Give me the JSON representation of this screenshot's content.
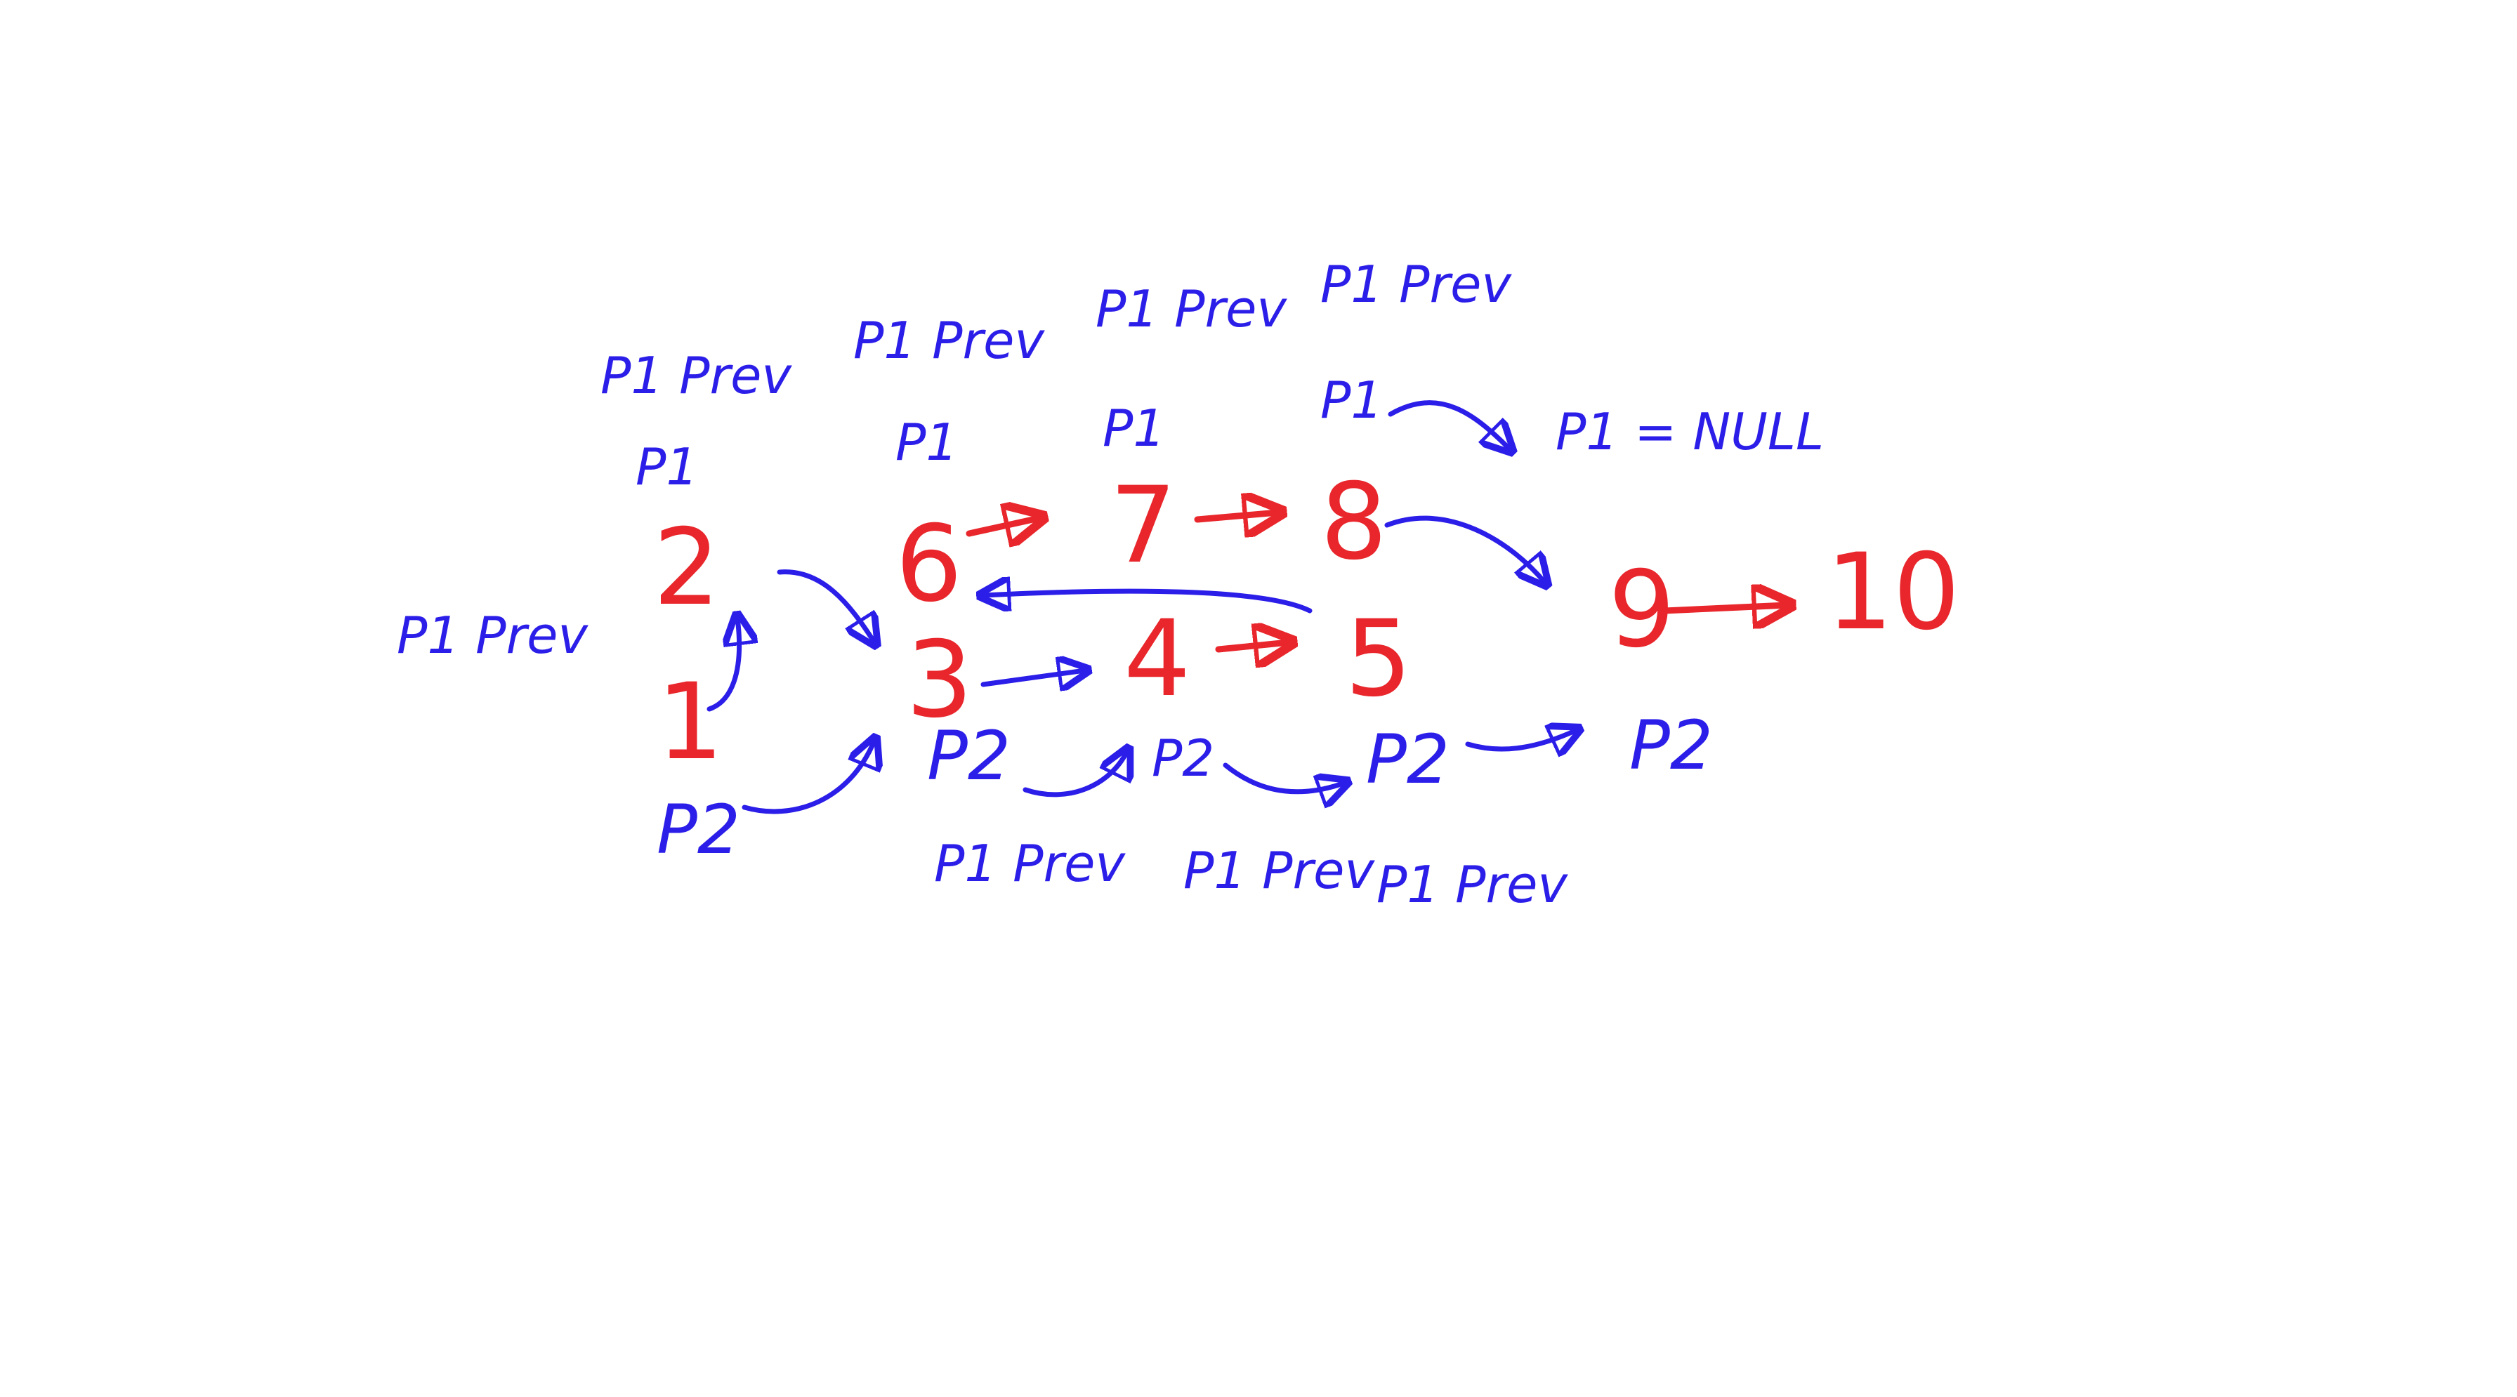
{
  "diagram": {
    "nodes": [
      {
        "id": "n1",
        "label": "1"
      },
      {
        "id": "n2",
        "label": "2"
      },
      {
        "id": "n3",
        "label": "3"
      },
      {
        "id": "n4",
        "label": "4"
      },
      {
        "id": "n5",
        "label": "5"
      },
      {
        "id": "n6",
        "label": "6"
      },
      {
        "id": "n7",
        "label": "7"
      },
      {
        "id": "n8",
        "label": "8"
      },
      {
        "id": "n9",
        "label": "9"
      },
      {
        "id": "n10",
        "label": "10"
      }
    ],
    "labels": {
      "p1_prev_left": "P1 Prev",
      "p1_prev_2": "P1 Prev",
      "p1_over_2": "P1",
      "p1_prev_6": "P1 Prev",
      "p1_over_6": "P1",
      "p1_prev_7": "P1 Prev",
      "p1_over_7": "P1",
      "p1_prev_8": "P1 Prev",
      "p1_over_8": "P1",
      "p1_null": "P1 = NULL",
      "p2_start": "P2",
      "p2_under_3": "P2",
      "p2_under_4": "P2",
      "p2_under_5": "P2",
      "p2_end": "P2",
      "p1_prev_under_3": "P1 Prev",
      "p1_prev_under_4": "P1 Prev",
      "p1_prev_under_5": "P1 Prev"
    },
    "colors": {
      "list_ink": "#e8262b",
      "pointer_ink": "#2b1ee8",
      "background": "#ffffff"
    }
  }
}
